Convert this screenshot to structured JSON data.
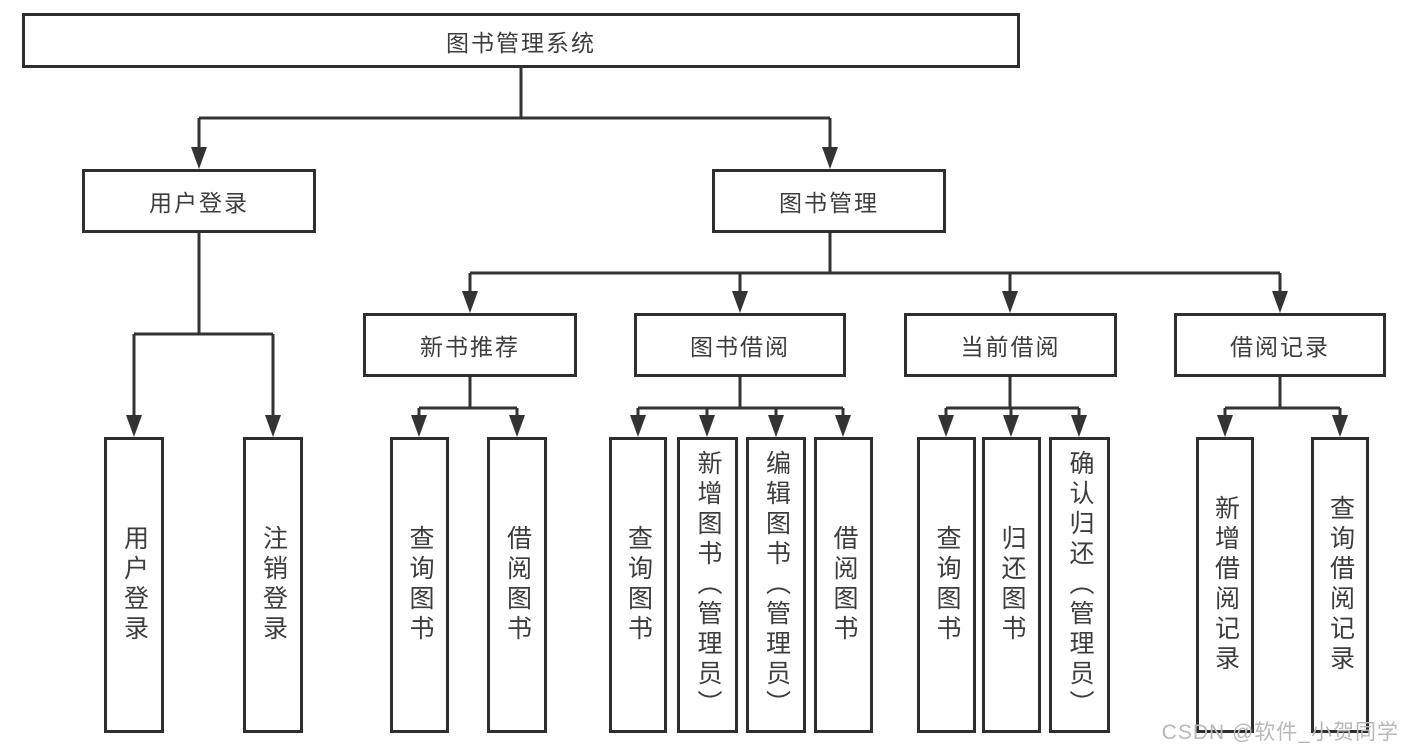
{
  "nodes": {
    "root": "图书管理系统",
    "user_login": "用户登录",
    "book_mgmt": "图书管理",
    "new_book_rec": "新书推荐",
    "book_borrow": "图书借阅",
    "current_borrow": "当前借阅",
    "borrow_records": "借阅记录",
    "leaf_user_login": "用户登录",
    "leaf_logout": "注销登录",
    "leaf_nb_query": "查询图书",
    "leaf_nb_borrow": "借阅图书",
    "leaf_bb_query": "查询图书",
    "leaf_bb_add": "新增图书（管理员）",
    "leaf_bb_edit": "编辑图书（管理员）",
    "leaf_bb_borrow": "借阅图书",
    "leaf_cb_query": "查询图书",
    "leaf_cb_return": "归还图书",
    "leaf_cb_confirm": "确认归还（管理员）",
    "leaf_br_add": "新增借阅记录",
    "leaf_br_query": "查询借阅记录"
  },
  "watermark": "CSDN @软件_小贺同学",
  "colors": {
    "line": "#333333",
    "border": "#2e2e2e",
    "text": "#3d3d3d",
    "watermark": "#b8b8b8",
    "background": "#ffffff"
  }
}
